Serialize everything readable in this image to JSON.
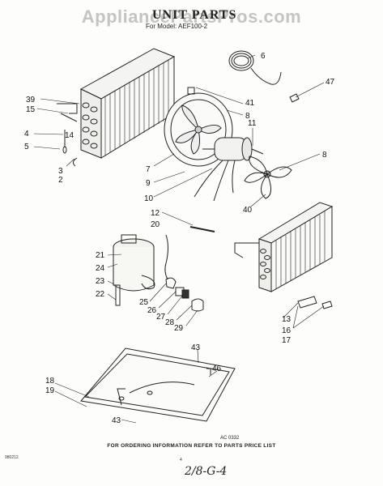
{
  "watermark": "AppliancePartsPros.com",
  "title": "UNIT PARTS",
  "subtitle": "For Model: AEF100-2",
  "ref_code": "AC 0332",
  "footer": "FOR ORDERING INFORMATION REFER TO PARTS PRICE LIST",
  "corner_code": "980212",
  "page_number": "4",
  "handwritten_note": "2/8-G-4",
  "callouts": [
    "39",
    "15",
    "14",
    "4",
    "5",
    "3",
    "2",
    "6",
    "47",
    "41",
    "8",
    "11",
    "7",
    "9",
    "10",
    "8",
    "40",
    "12",
    "20",
    "21",
    "24",
    "23",
    "22",
    "25",
    "26",
    "27",
    "28",
    "29",
    "13",
    "16",
    "17",
    "43",
    "46",
    "18",
    "19",
    "43"
  ]
}
